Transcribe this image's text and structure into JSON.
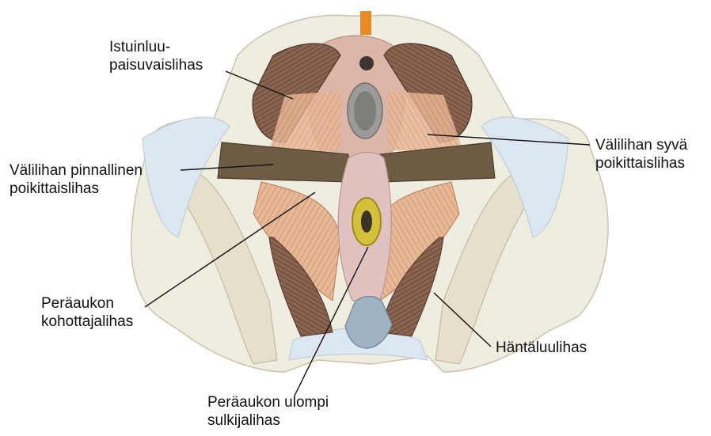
{
  "labels": {
    "ischiocavernosus": {
      "line1": "Istuinluu-",
      "line2": "paisuvaislihas"
    },
    "superficial_transverse": {
      "line1": "Välilihan pinnallinen",
      "line2": "poikittaislihas"
    },
    "deep_transverse": {
      "line1": "Välilihan syvä",
      "line2": "poikittaislihas"
    },
    "levator_ani": {
      "line1": "Peräaukon",
      "line2": "kohottajalihas"
    },
    "coccygeus": {
      "line1": "Häntäluulihas"
    },
    "external_sphincter": {
      "line1": "Peräaukon ulompi",
      "line2": "sulkijalihas"
    }
  },
  "colors": {
    "bone": "#e9e4d2",
    "bone_shadow": "#d3cdb6",
    "ligament_blue": "#dde7f1",
    "dark_muscle": "#6b4e3f",
    "transverse_muscle": "#6e5c45",
    "orange_muscle": "#d9a784",
    "pink_center": "#d8b4ad",
    "orifice_yellow": "#d4c03a",
    "coccyx_blue": "#9fb3c2",
    "top_orange": "#e98a24",
    "leader_line": "#111111"
  }
}
